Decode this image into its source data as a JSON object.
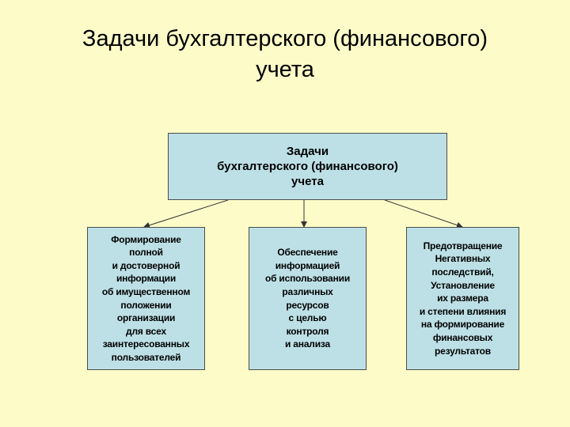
{
  "slide": {
    "title": "Задачи бухгалтерского  (финансового)\nучета"
  },
  "diagram": {
    "root": {
      "text": "Задачи\nбухгалтерского (финансового)\nучета"
    },
    "children": [
      {
        "id": "left",
        "text": "Формирование\nполной\nи достоверной\nинформации\nоб имущественном\nположении\nорганизации\nдля всех\nзаинтересованных\nпользователей"
      },
      {
        "id": "center",
        "text": "Обеспечение\nинформацией\nоб использовании\nразличных\nресурсов\nс целью\nконтроля\nи анализа"
      },
      {
        "id": "right",
        "text": "Предотвращение\nНегативных\nпоследствий,\nУстановление\nих размера\nи степени влияния\nна формирование\nфинансовых\nрезультатов"
      }
    ],
    "colors": {
      "background": "#fdfcc8",
      "box_fill": "#bde0e6",
      "box_border": "#4d4d4d",
      "connector": "#333333"
    }
  }
}
